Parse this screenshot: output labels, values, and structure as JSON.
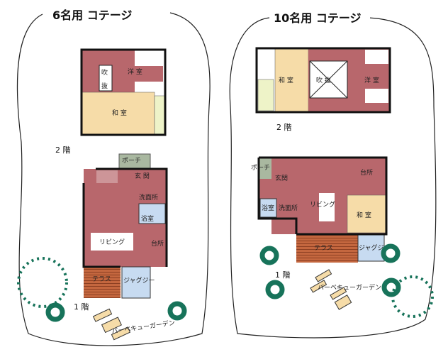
{
  "colors": {
    "living": "#b8676c",
    "tatami": "#f6dca8",
    "bath": "#c7dbf1",
    "porch": "#a9b8a0",
    "terrace": "#c4673f",
    "tree": "#17735a",
    "closet": "#eef3c8"
  },
  "cottage6": {
    "title": "6名用 コテージ",
    "floor2_label": "2 階",
    "floor1_label": "1 階",
    "rooms2": {
      "fuki1": "吹",
      "fuki2": "抜",
      "western": "洋 室",
      "japanese": "和 室"
    },
    "rooms1": {
      "porch": "ポーチ",
      "entrance": "玄 関",
      "washroom": "洗面所",
      "bath": "浴室",
      "living": "リビング",
      "kitchen": "台所",
      "terrace": "テラス",
      "jacuzzi": "ジャグジー"
    },
    "bbq": "バーベキューガーデン"
  },
  "cottage10": {
    "title": "10名用 コテージ",
    "floor2_label": "2 階",
    "floor1_label": "1 階",
    "rooms2": {
      "japanese": "和 室",
      "fuki": "吹 抜",
      "western": "洋 室"
    },
    "rooms1": {
      "porch": "ポーチ",
      "entrance": "玄関",
      "bath": "浴室",
      "washroom": "洗面所",
      "living": "リビング",
      "kitchen": "台所",
      "japanese": "和 室",
      "terrace": "テラス",
      "jacuzzi": "ジャグジー"
    },
    "bbq": "バーベキューガーデン"
  }
}
